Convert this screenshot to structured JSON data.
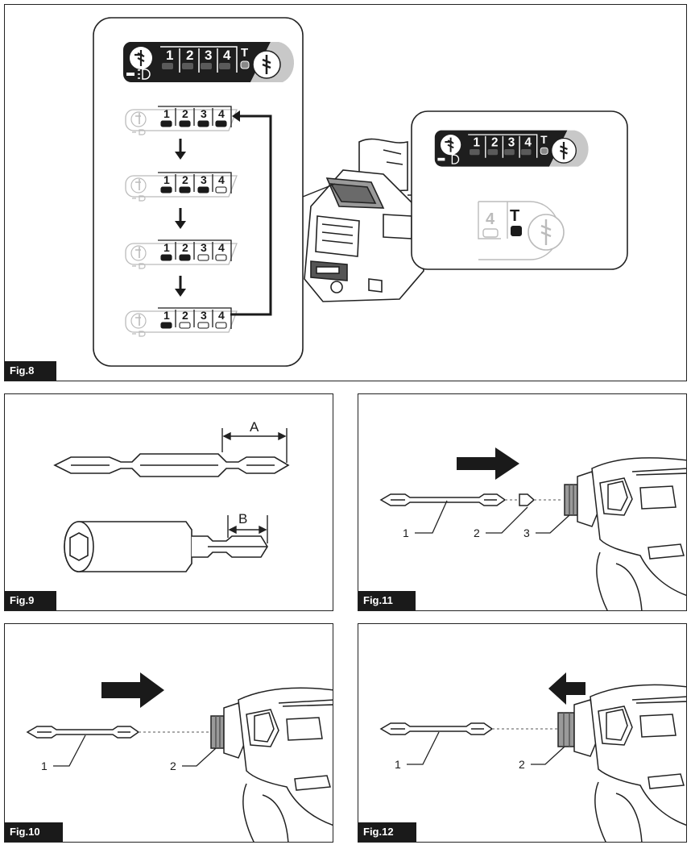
{
  "figures": [
    {
      "id": "fig8",
      "label": "Fig.8"
    },
    {
      "id": "fig9",
      "label": "Fig.9"
    },
    {
      "id": "fig10",
      "label": "Fig.10"
    },
    {
      "id": "fig11",
      "label": "Fig.11"
    },
    {
      "id": "fig12",
      "label": "Fig.12"
    }
  ],
  "panel": {
    "digits": [
      "1",
      "2",
      "3",
      "4"
    ],
    "t_label": "T"
  },
  "fig8": {
    "sequence_lit_counts": [
      4,
      3,
      2,
      1
    ],
    "zoom_digit": "4",
    "zoom_t": "T"
  },
  "fig9": {
    "dimension_a": "A",
    "dimension_b": "B"
  },
  "fig10": {
    "callouts": [
      "1",
      "2"
    ],
    "arrow_direction": "right"
  },
  "fig11": {
    "callouts": [
      "1",
      "2",
      "3"
    ],
    "arrow_direction": "right"
  },
  "fig12": {
    "callouts": [
      "1",
      "2"
    ],
    "arrow_direction": "left"
  },
  "colors": {
    "ink": "#1a1a1a",
    "panel_dark": "#1e1e1e",
    "led_off": "#5a5a5a",
    "gray_tab": "#c8c8c8",
    "line_gray": "#999999"
  }
}
